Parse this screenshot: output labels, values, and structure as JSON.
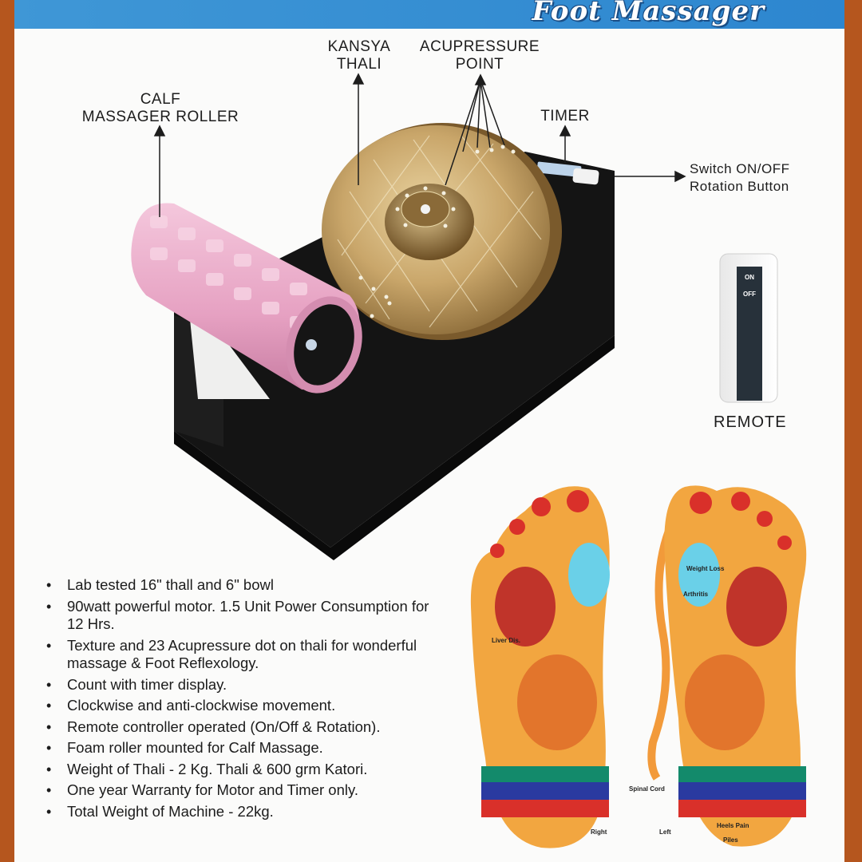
{
  "banner": {
    "title": "Foot Massager"
  },
  "callouts": {
    "calf_roller": [
      "CALF",
      "MASSAGER ROLLER"
    ],
    "kansya_thali": [
      "KANSYA",
      "THALI"
    ],
    "acupressure_point": [
      "ACUPRESSURE",
      "POINT"
    ],
    "timer": "TIMER",
    "switch": [
      "Switch ON/OFF",
      "Rotation Button"
    ],
    "remote": "REMOTE"
  },
  "remote": {
    "on": "ON",
    "off": "OFF"
  },
  "features": [
    "Lab tested 16\" thall and 6\" bowl",
    "90watt powerful motor. 1.5 Unit Power Consumption for 12 Hrs.",
    "Texture and 23 Acupressure dot  on thali for wonderful massage & Foot Reflexology.",
    "Count with timer display.",
    "Clockwise and anti-clockwise movement.",
    "Remote controller operated (On/Off & Rotation).",
    "Foam roller mounted for Calf Massage.",
    "Weight of Thali - 2 Kg. Thali & 600 grm Katori.",
    "One year Warranty for Motor and Timer only.",
    "Total Weight of Machine - 22kg."
  ],
  "reflexology": {
    "left_foot": "Right",
    "right_foot": "Left",
    "spine": "Spinal Cord",
    "zones": [
      "Weight Loss",
      "Arthritis",
      "Liver Dis.",
      "Heels Pain",
      "Piles"
    ]
  },
  "colors": {
    "banner": "#2d86cf",
    "background": "#b5561e",
    "roller": "#e9a9c8",
    "thali": "#c9a66a",
    "machine": "#141414"
  }
}
